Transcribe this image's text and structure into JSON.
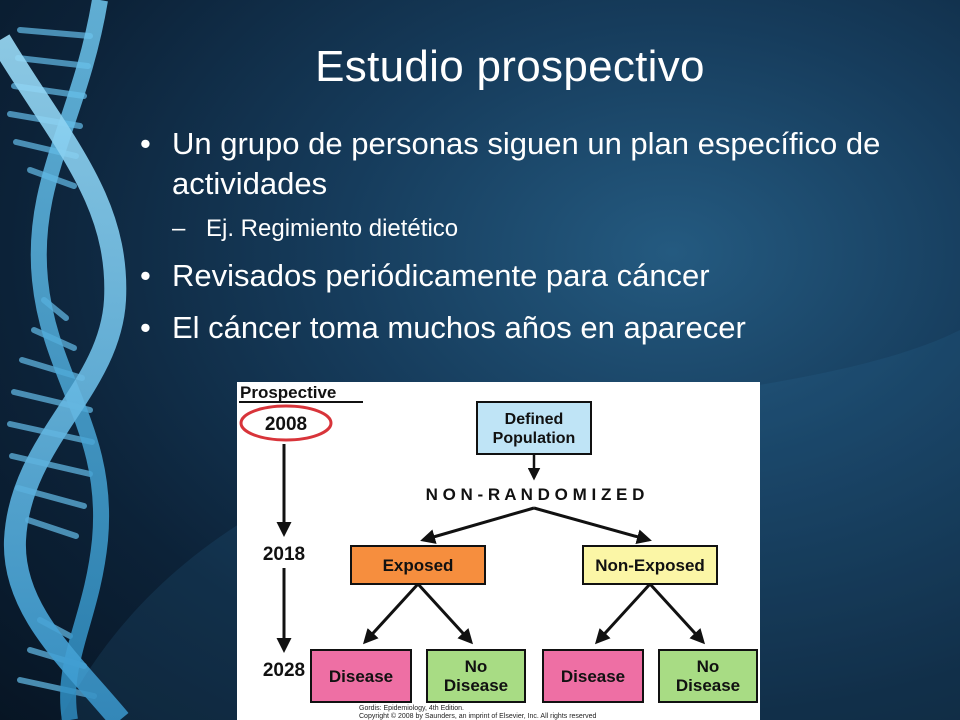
{
  "slide": {
    "title": "Estudio prospectivo",
    "bullets": [
      {
        "marker": "•",
        "text": "Un grupo de personas siguen un plan específico de actividades"
      },
      {
        "marker": "–",
        "text": "Ej. Regimiento dietético"
      },
      {
        "marker": "•",
        "text": "Revisados periódicamente para cáncer"
      },
      {
        "marker": "•",
        "text": "El cáncer toma muchos años en aparecer"
      }
    ]
  },
  "figure": {
    "heading": "Prospective",
    "years": [
      "2008",
      "2018",
      "2028"
    ],
    "population_line1": "Defined",
    "population_line2": "Population",
    "design": "N O N - R A N D O M I Z E D",
    "exposed": "Exposed",
    "non_exposed": "Non-Exposed",
    "disease": "Disease",
    "no_line1": "No",
    "no_line2": "Disease",
    "credit_line1": "Gordis: Epidemiology, 4th Edition.",
    "credit_line2": "Copyright © 2008 by Saunders, an imprint of Elsevier, Inc. All rights reserved",
    "colors": {
      "population": "#bfe4f6",
      "exposed": "#f68e3e",
      "non_exposed": "#fbf6a6",
      "disease": "#ee6fa4",
      "no_disease": "#a8dc84",
      "circle": "#d8343a"
    }
  }
}
